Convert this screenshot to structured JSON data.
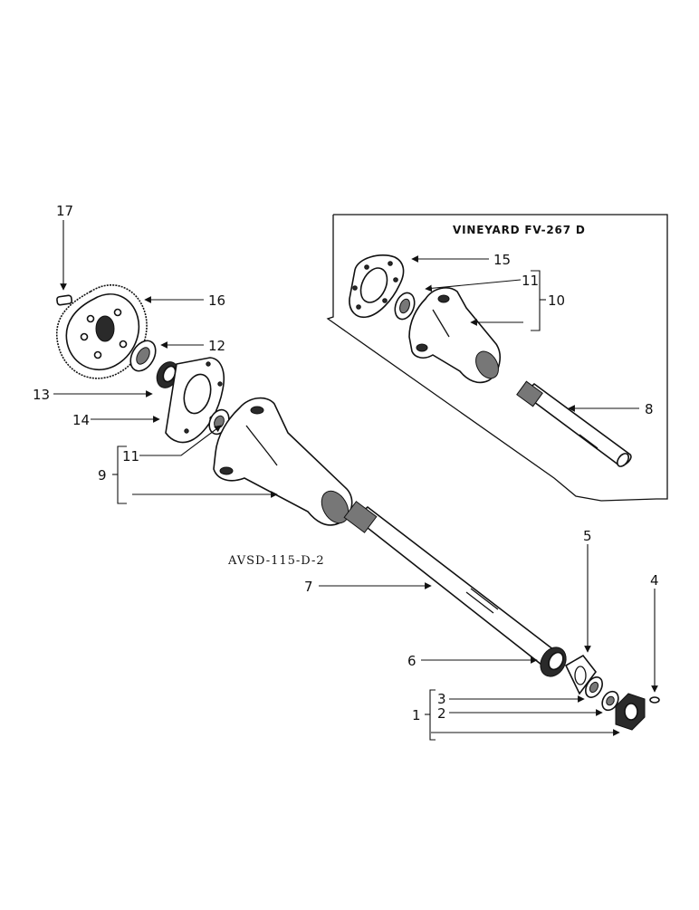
{
  "inset": {
    "title": "VINEYARD FV-267 D"
  },
  "drawing_code": "AVSD-115-D-2",
  "callouts": {
    "c1": "1",
    "c2": "2",
    "c3": "3",
    "c4": "4",
    "c5": "5",
    "c6": "6",
    "c7": "7",
    "c8": "8",
    "c9": "9",
    "c10": "10",
    "c11_inset": "11",
    "c11_main": "11",
    "c12": "12",
    "c13": "13",
    "c14": "14",
    "c15": "15",
    "c16": "16",
    "c17": "17"
  }
}
